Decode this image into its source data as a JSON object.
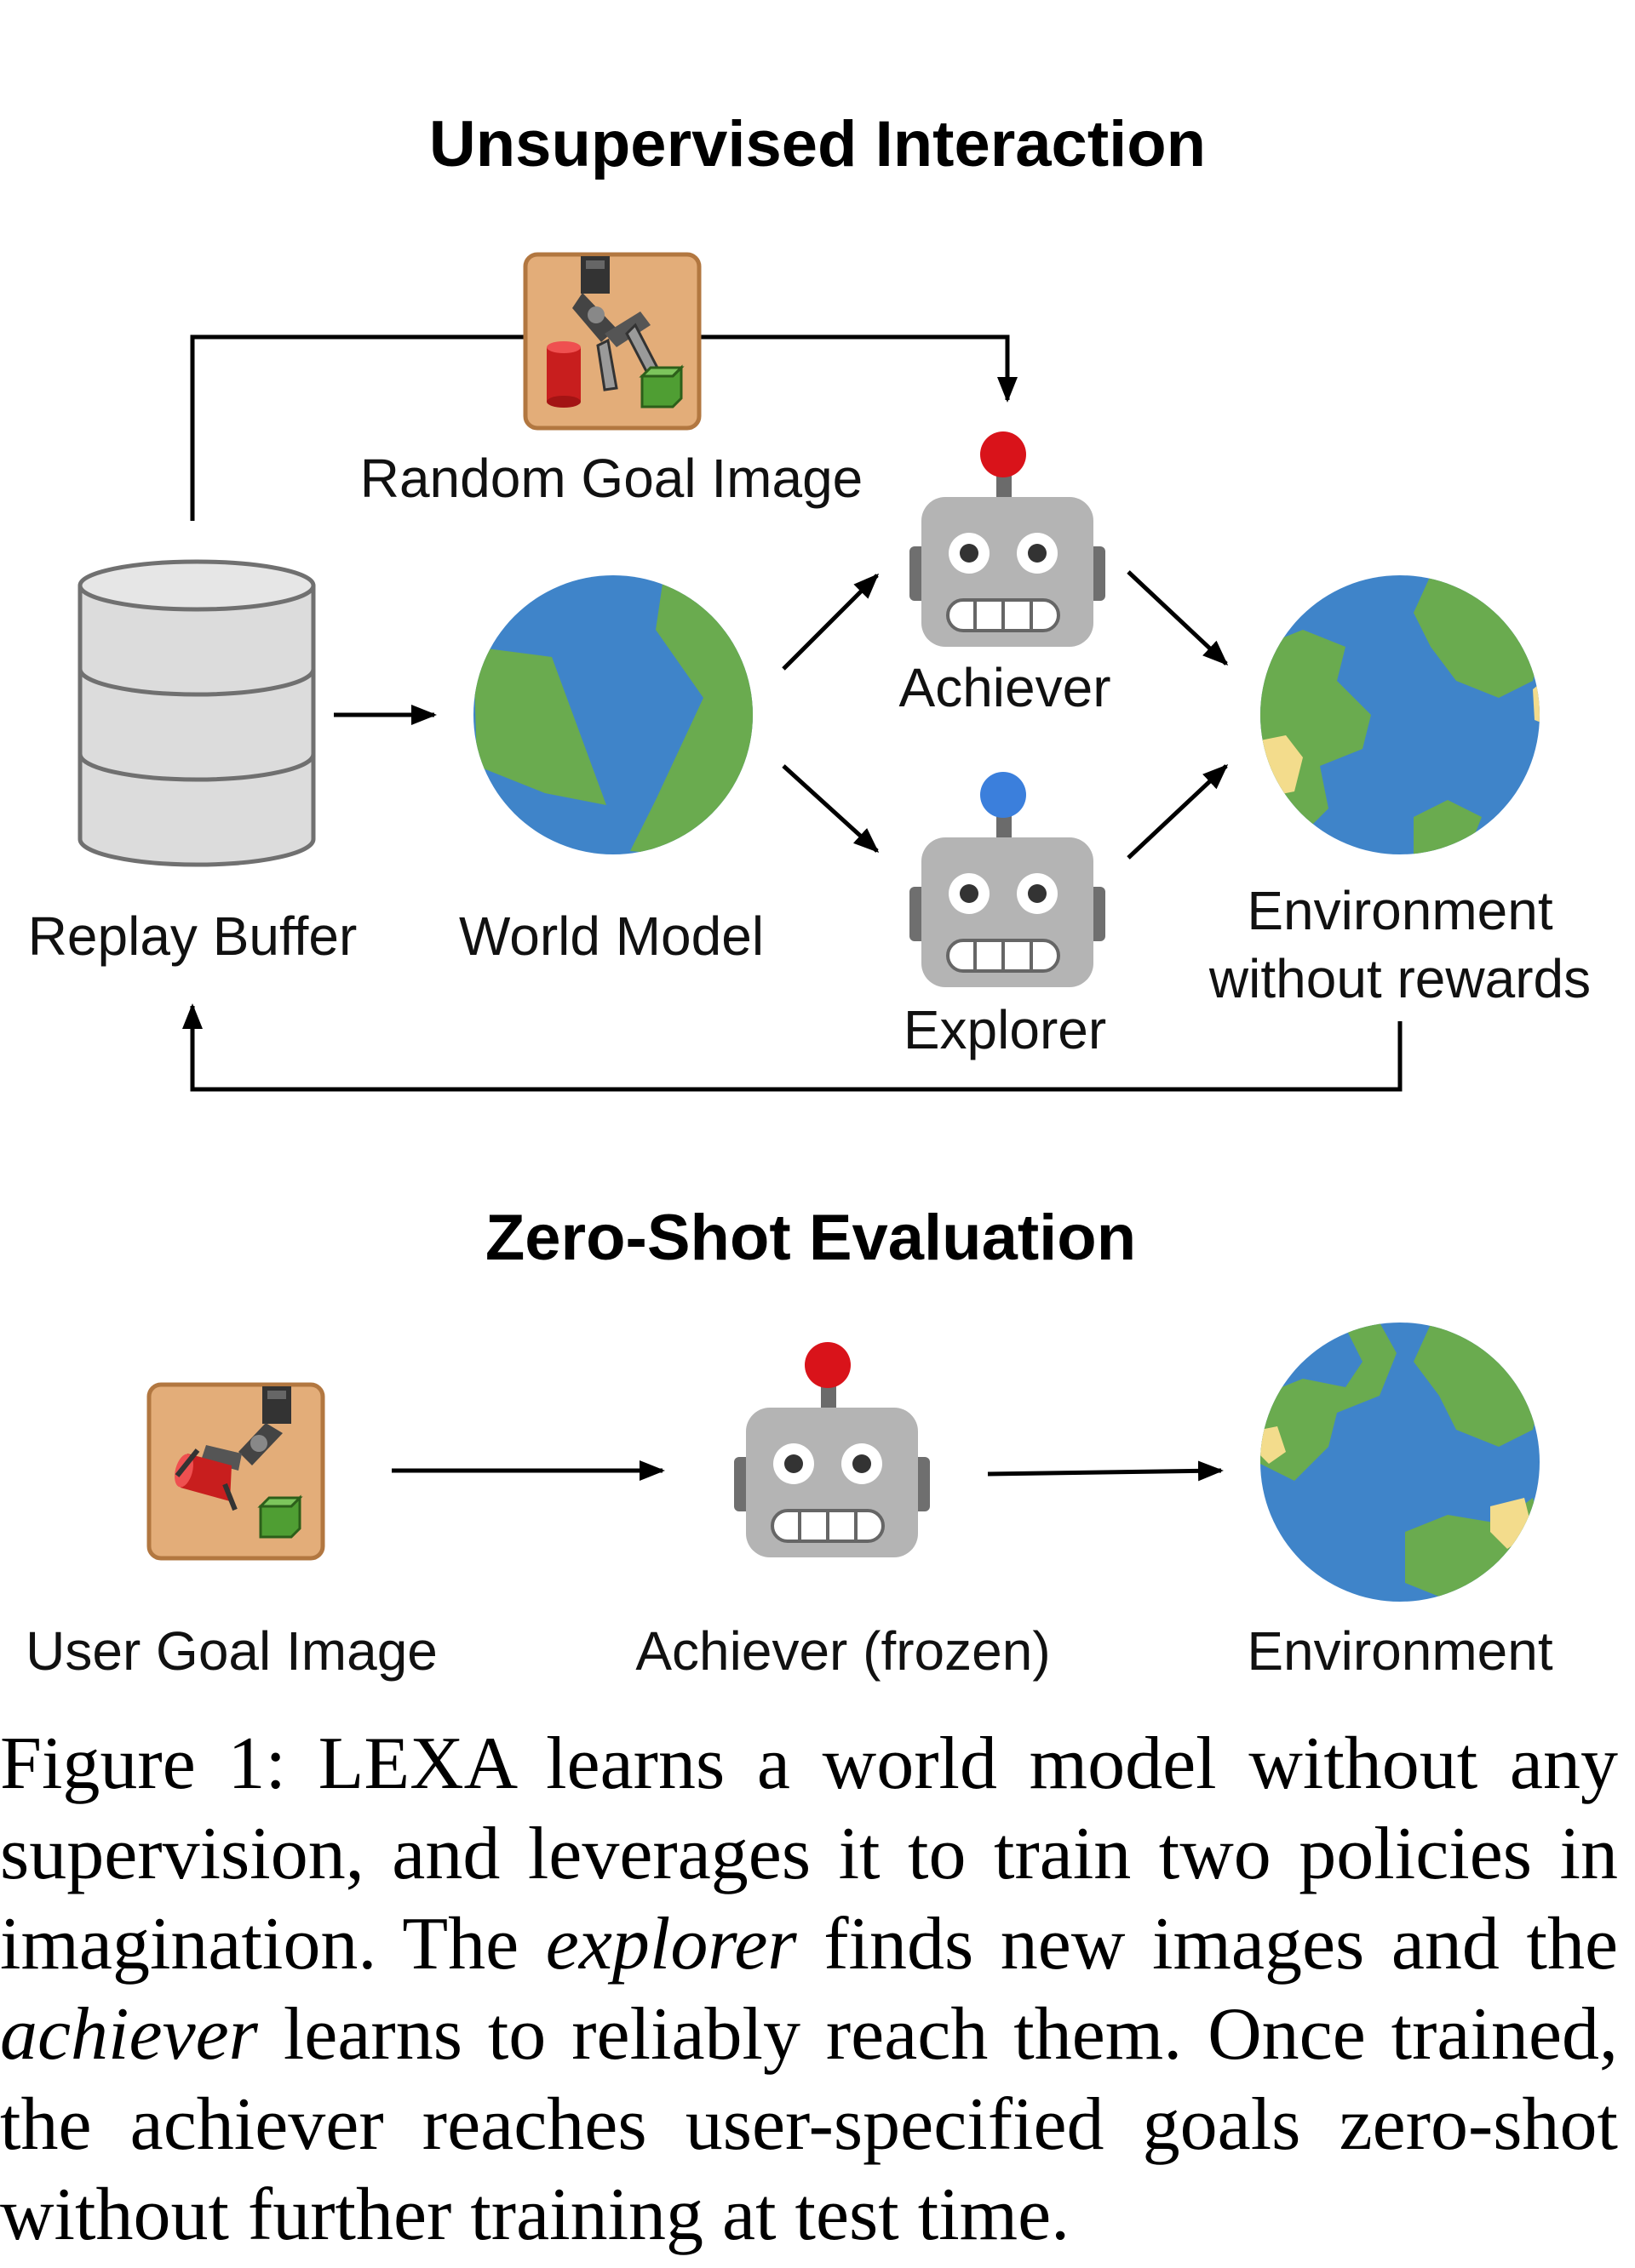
{
  "top_section": {
    "title": "Unsupervised Interaction",
    "random_goal_label": "Random Goal Image",
    "replay_buffer_label": "Replay Buffer",
    "world_model_label": "World Model",
    "achiever_label": "Achiever",
    "explorer_label": "Explorer",
    "environment_label_line1": "Environment",
    "environment_label_line2": "without rewards"
  },
  "bottom_section": {
    "title": "Zero-Shot Evaluation",
    "user_goal_label": "User Goal Image",
    "achiever_frozen_label": "Achiever (frozen)",
    "environment_label": "Environment"
  },
  "caption": {
    "prefix": "Figure 1: LEXA learns a world model without any supervision, and leverages it to train two policies in imagination. The ",
    "explorer_word": "explorer",
    "middle": " finds new images and the ",
    "achiever_word": "achiever",
    "suffix": " learns to reliably reach them. Once trained, the achiever reaches user-specified goals zero-shot without further training at test time."
  },
  "colors": {
    "ocean": "#3f84c9",
    "land": "#6aab4f",
    "sand": "#f3dc8c",
    "robot_body": "#b4b4b4",
    "achiever_antenna": "#d9131a",
    "explorer_antenna": "#3b7fdc",
    "goal_tile": "#e3ad79",
    "cylinder_red": "#cc1c1c",
    "cube_green": "#5aab3c"
  },
  "icons": [
    "database-icon",
    "globe-icon",
    "robot-icon",
    "robot-arm-goal-icon"
  ]
}
